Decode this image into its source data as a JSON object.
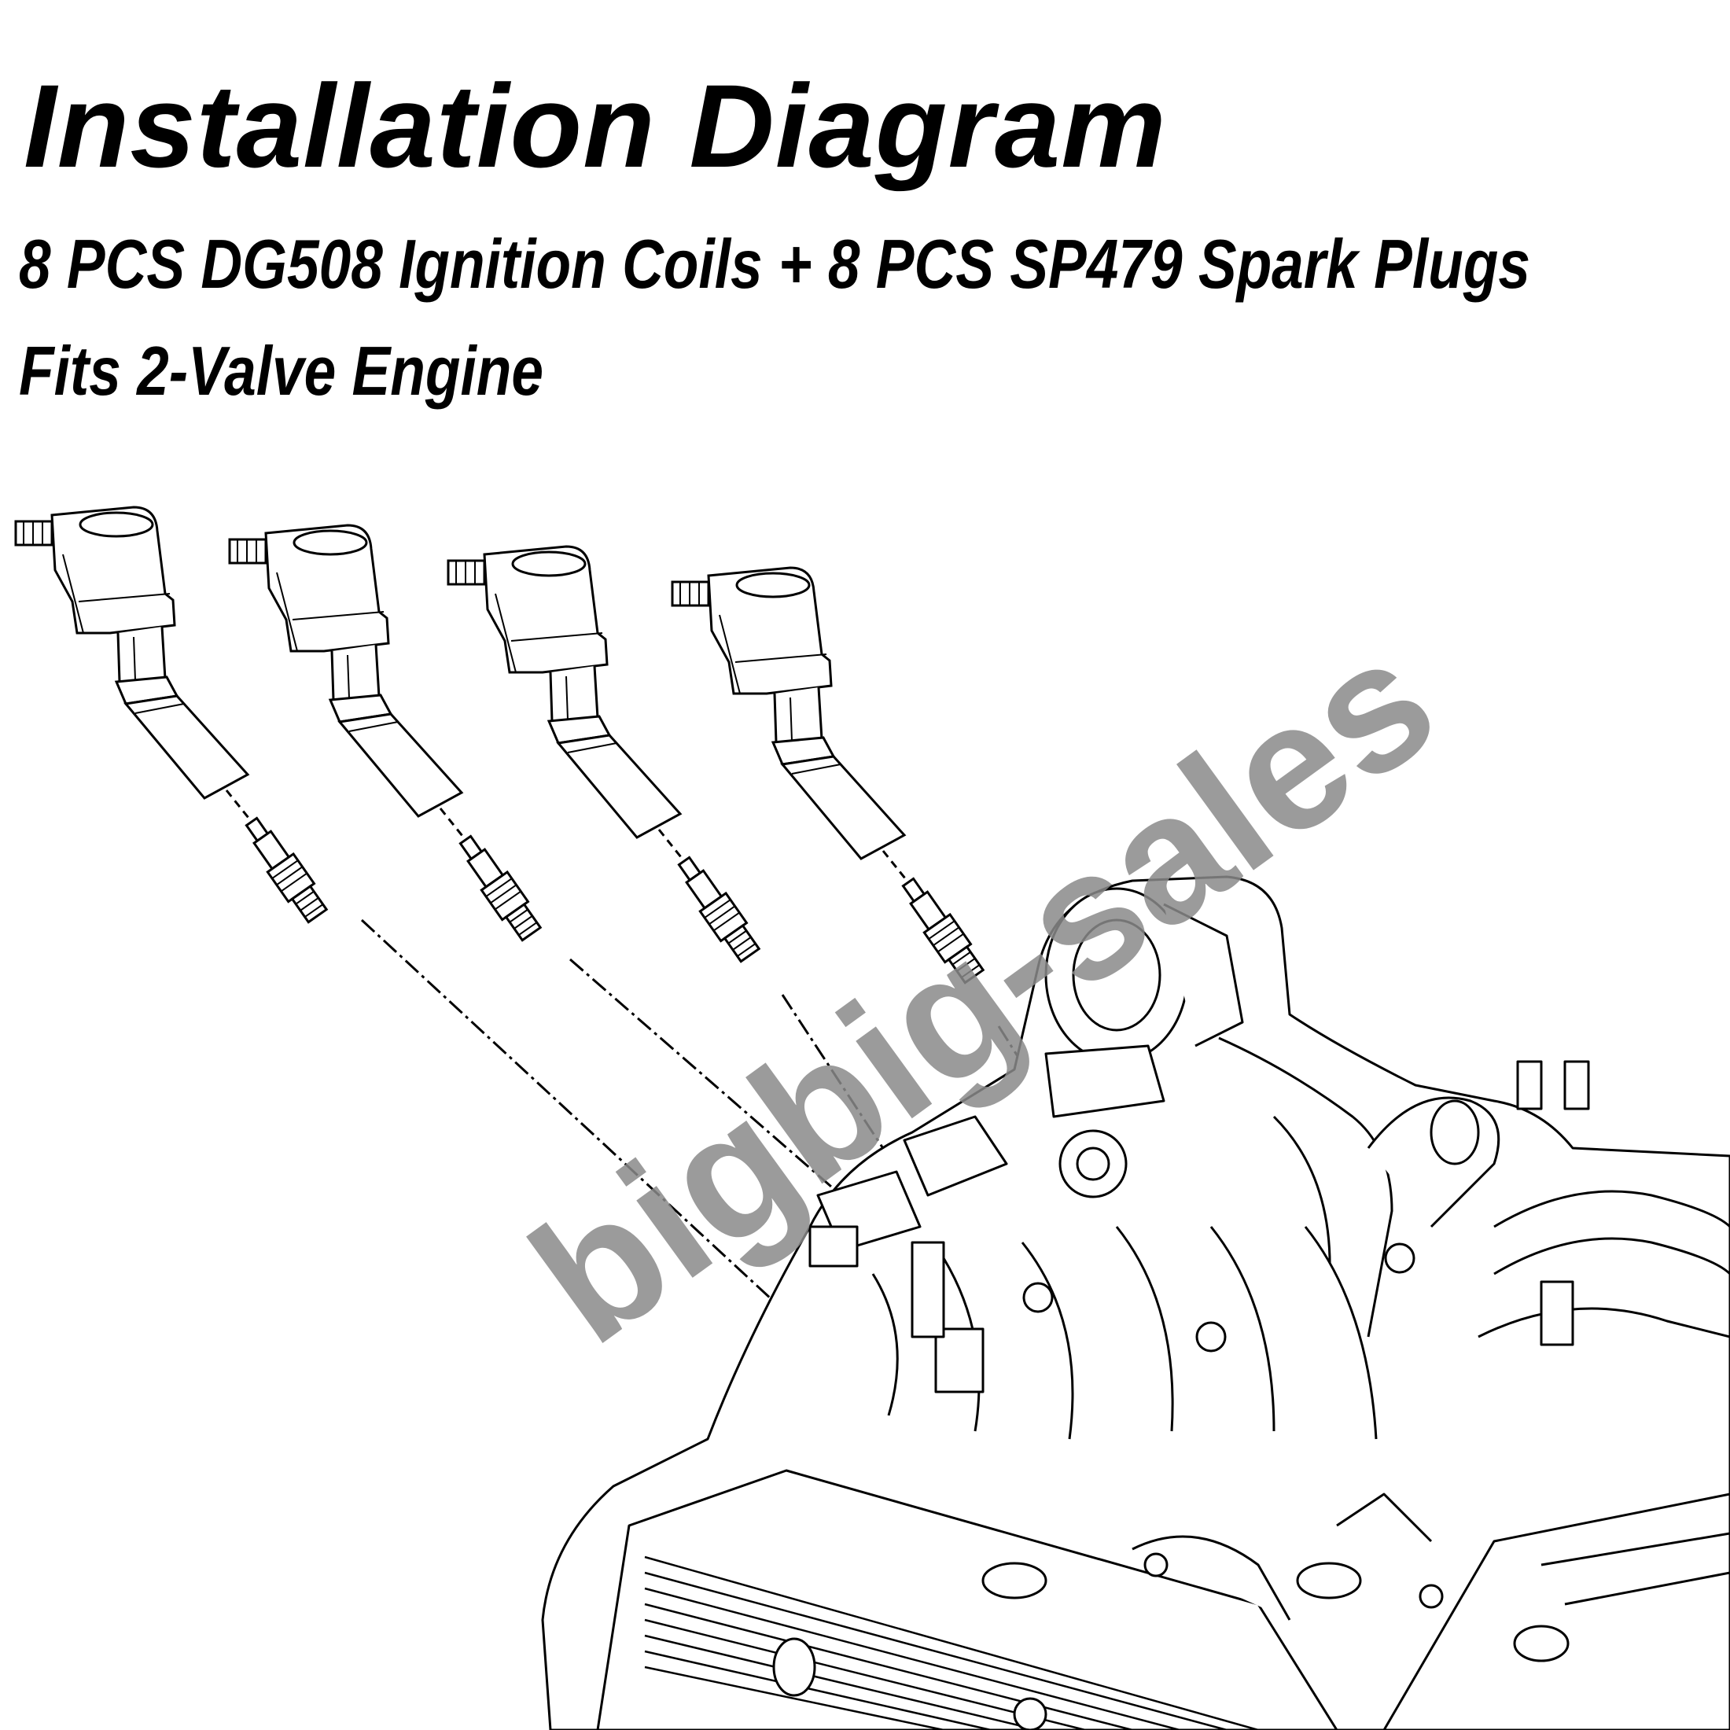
{
  "header": {
    "title": "Installation Diagram",
    "subtitle_line1": "8 PCS DG508 Ignition Coils + 8 PCS SP479 Spark Plugs",
    "subtitle_line2": "Fits 2-Valve Engine"
  },
  "watermark": {
    "text": "bigbig-sales",
    "color": "#8a8a8a"
  },
  "diagram": {
    "coil_count_shown": 4,
    "stroke_color": "#000000"
  }
}
